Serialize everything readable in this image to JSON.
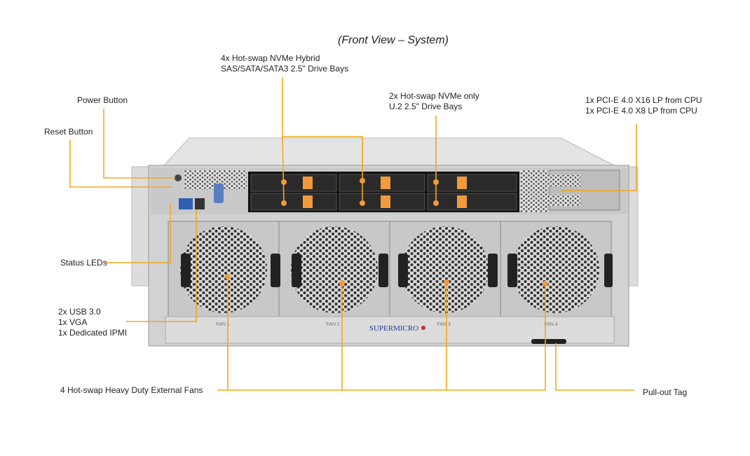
{
  "title": "(Front View – System)",
  "callouts": {
    "drive_bays_hybrid": [
      "4x Hot-swap NVMe Hybrid",
      "SAS/SATA/SATA3 2.5\" Drive Bays"
    ],
    "drive_bays_nvme": [
      "2x Hot-swap NVMe only",
      "U.2 2.5\" Drive Bays"
    ],
    "pcie": [
      "1x PCI-E 4.0 X16 LP from CPU",
      "1x PCI-E 4.0 X8 LP from CPU"
    ],
    "power_button": "Power Button",
    "reset_button": "Reset Button",
    "status_leds": "Status LEDs",
    "io_ports": [
      "2x USB 3.0",
      "1x VGA",
      "1x Dedicated IPMI"
    ],
    "fans": "4 Hot-swap Heavy Duty External Fans",
    "pull_out_tag": "Pull-out Tag"
  },
  "chassis": {
    "brand": "SUPERMICRO",
    "fan_labels": [
      "FAN 1",
      "FAN 2",
      "FAN 3",
      "FAN 4"
    ]
  },
  "colors": {
    "callout": "#f0a81c",
    "bay_latch": "#f29a3a",
    "brand": "#2a3d8f"
  }
}
